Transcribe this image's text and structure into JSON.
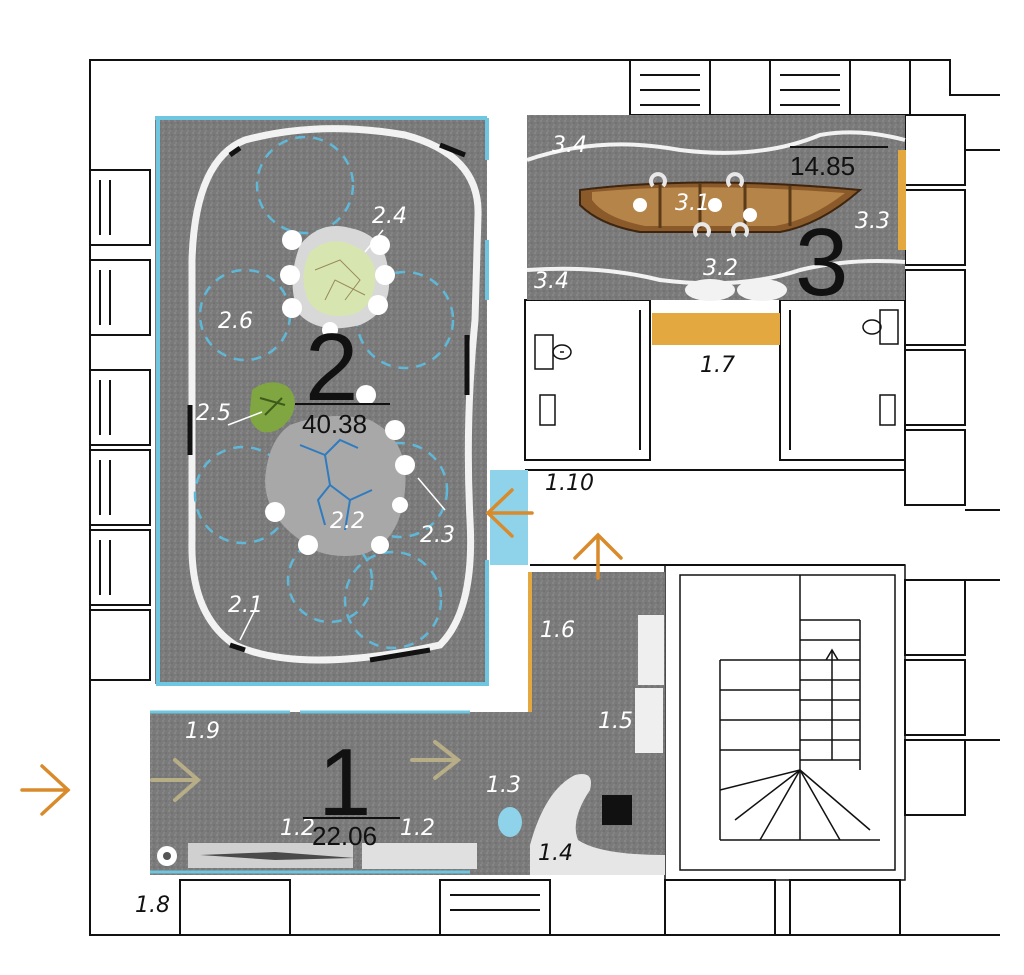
{
  "rooms": [
    {
      "number": "1",
      "area": "22.06"
    },
    {
      "number": "2",
      "area": "40.38"
    },
    {
      "number": "3",
      "area": "14.85"
    }
  ],
  "labels": {
    "l1_2": "1.2",
    "l1_2b": "1.2",
    "l1_3": "1.3",
    "l1_4": "1.4",
    "l1_5": "1.5",
    "l1_6": "1.6",
    "l1_7": "1.7",
    "l1_8": "1.8",
    "l1_9": "1.9",
    "l1_10": "1.10",
    "l2_1": "2.1",
    "l2_2": "2.2",
    "l2_3": "2.3",
    "l2_4": "2.4",
    "l2_5": "2.5",
    "l2_6": "2.6",
    "l3_1": "3.1",
    "l3_2": "3.2",
    "l3_3": "3.3",
    "l3_4a": "3.4",
    "l3_4b": "3.4"
  },
  "colors": {
    "floor": "#7d7d7d",
    "wall_accent": "#6fc6e0",
    "entry_arrow": "#d98a2b",
    "flow_arrow": "#b7ad86",
    "wood_panel": "#e3a940",
    "map_water": "#2f7bbf",
    "map_green": "#d7e6b0"
  }
}
